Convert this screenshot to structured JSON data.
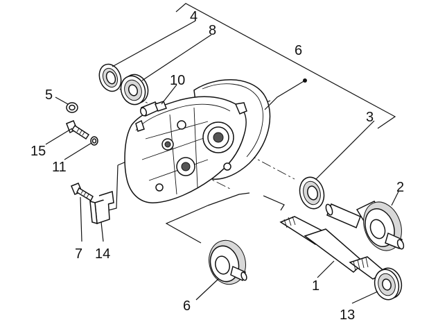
{
  "callouts": {
    "c1": "1",
    "c2": "2",
    "c3": "3",
    "c4": "4",
    "c5": "5",
    "c6_top": "6",
    "c6_bottom": "6",
    "c7": "7",
    "c8": "8",
    "c10": "10",
    "c11": "11",
    "c13": "13",
    "c14": "14",
    "c15": "15"
  }
}
